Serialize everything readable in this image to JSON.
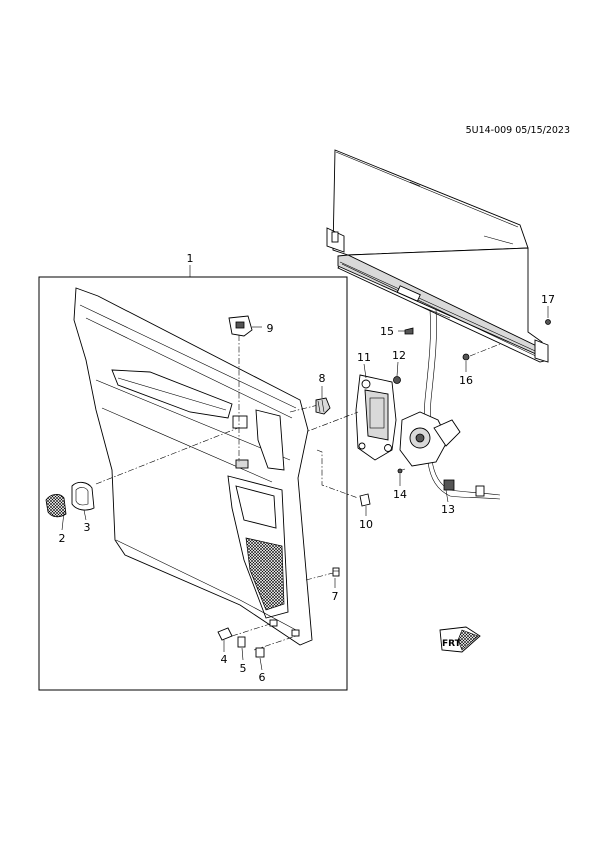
{
  "header": {
    "document_id": "5U14-009 05/15/2023"
  },
  "callouts": {
    "c1": "1",
    "c2": "2",
    "c3": "3",
    "c4": "4",
    "c5": "5",
    "c6": "6",
    "c7": "7",
    "c8": "8",
    "c9": "9",
    "c10": "10",
    "c11": "11",
    "c12": "12",
    "c13": "13",
    "c14": "14",
    "c15": "15",
    "c16": "16",
    "c17": "17"
  },
  "direction_indicator": {
    "label": "FRT"
  }
}
